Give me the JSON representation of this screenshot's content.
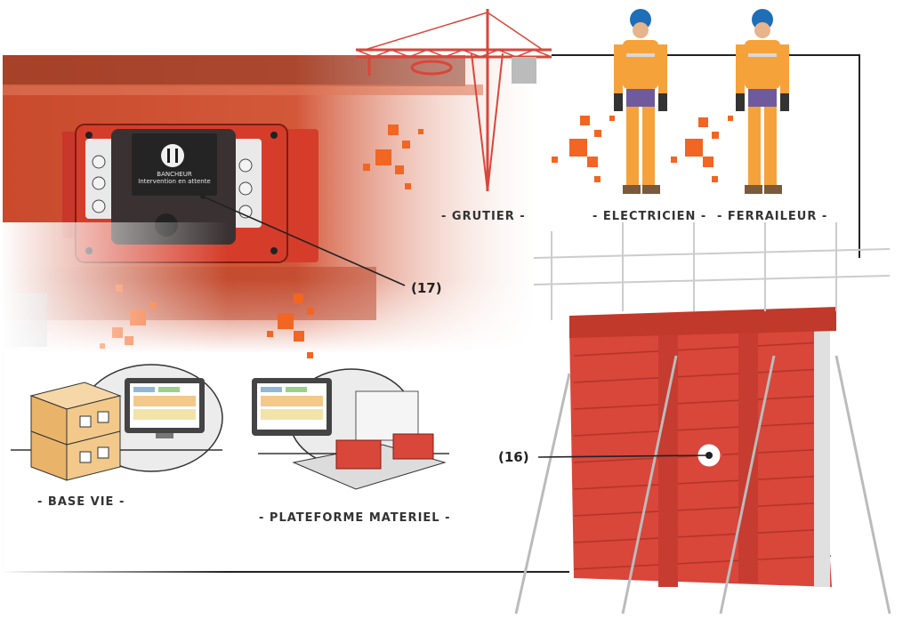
{
  "labels": {
    "grutier": "- GRUTIER -",
    "electricien": "- ELECTRICIEN -",
    "ferrailleur": "- FERRAILEUR -",
    "base_vie": "- BASE VIE -",
    "plateforme": "- PLATEFORME MATERIEL -"
  },
  "refs": {
    "device": "(17)",
    "sensor": "(16)"
  },
  "device_screen": {
    "brand": "BANCHEUR",
    "status": "Intervention en attente"
  },
  "colors": {
    "accent_orange": "#f26522",
    "formwork_red": "#d9463a",
    "device_red": "#d63c2a",
    "frame_line": "#222222"
  }
}
